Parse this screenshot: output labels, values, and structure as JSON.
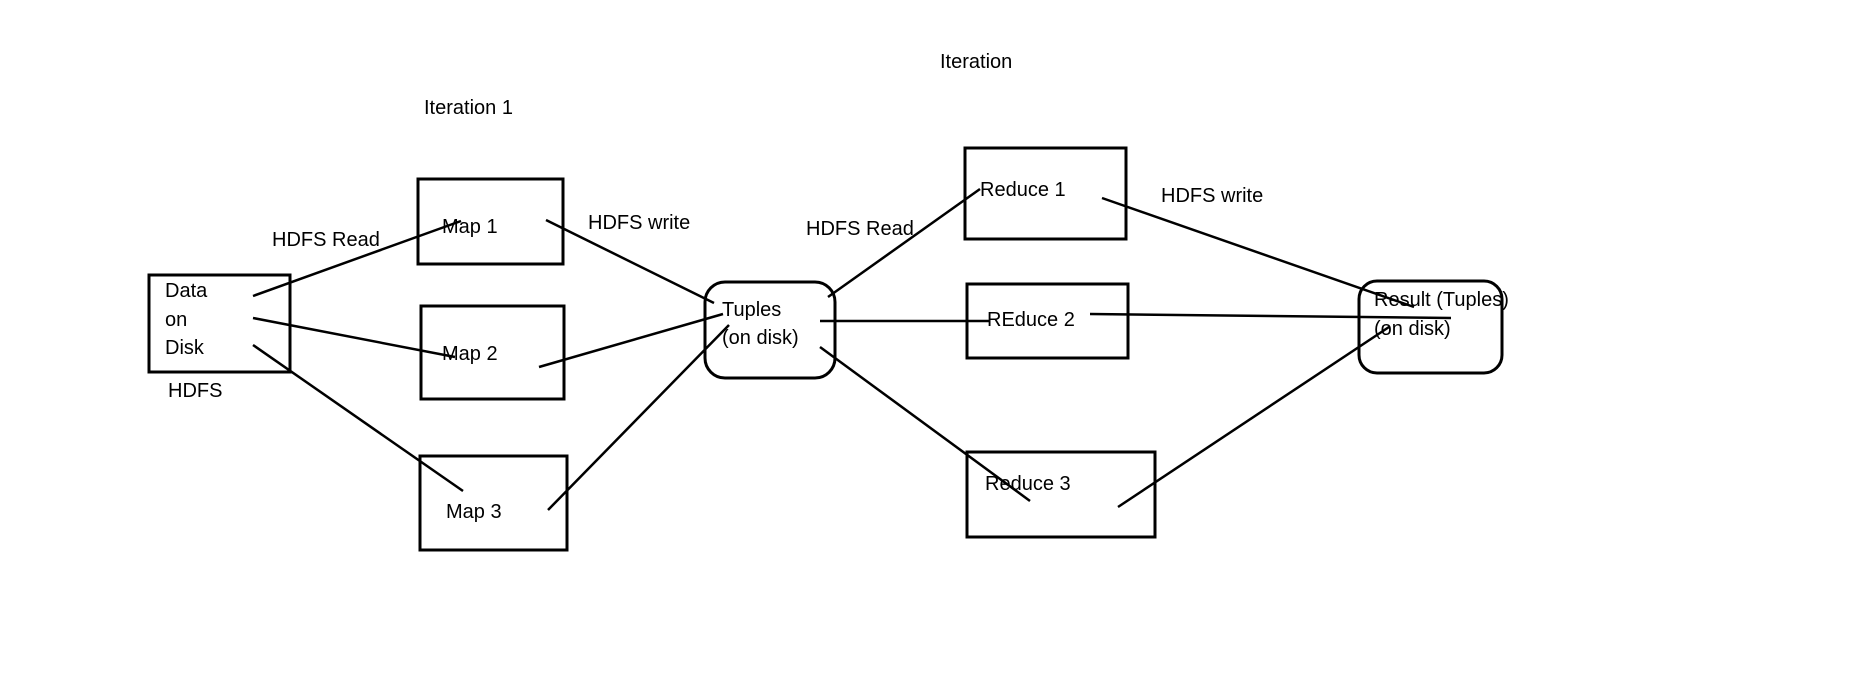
{
  "labels": {
    "iteration_top": "Iteration",
    "iteration_1": "Iteration 1",
    "hdfs_read_left": "HDFS Read",
    "hdfs_write_left": "HDFS write",
    "hdfs_read_right": "HDFS Read",
    "hdfs_write_right": "HDFS write",
    "hdfs_under_source": "HDFS"
  },
  "nodes": {
    "data_on_disk": [
      "Data",
      "on",
      "Disk"
    ],
    "map_1": "Map 1",
    "map_2": "Map 2",
    "map_3": "Map 3",
    "tuples_on_disk": [
      "Tuples",
      "(on disk)"
    ],
    "reduce_1": "Reduce 1",
    "reduce_2": "REduce 2",
    "reduce_3": "Reduce 3",
    "result_on_disk": [
      "Result (Tuples)",
      "(on disk)"
    ]
  },
  "colors": {
    "stroke": "#000000",
    "background": "#ffffff"
  }
}
